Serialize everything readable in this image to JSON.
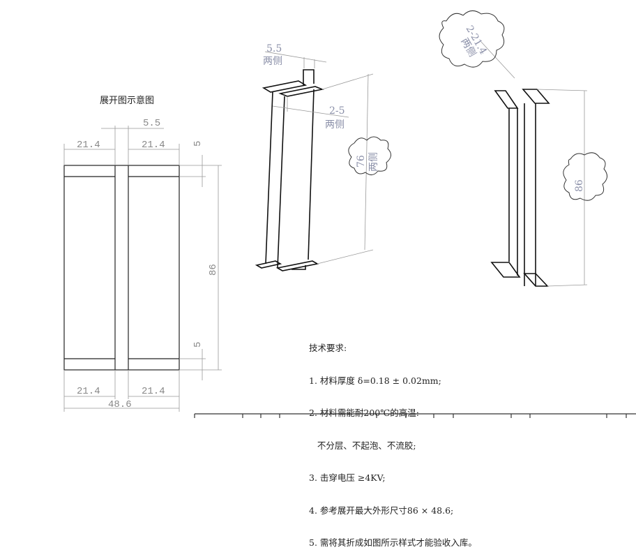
{
  "flat_view": {
    "title": "展开图示意图",
    "dim_gap_top": "5.5",
    "dim_left_top": "21.4",
    "dim_right_top": "21.4",
    "dim_band_top": "5",
    "dim_height": "86",
    "dim_band_bottom": "5",
    "dim_left_bottom": "21.4",
    "dim_right_bottom": "21.4",
    "dim_total_width": "48.6"
  },
  "iso_view_1": {
    "dim_tab": "5.5",
    "dim_tab_note": "两侧",
    "dim_offset": "2-5",
    "dim_offset_note": "两侧",
    "dim_height": "76",
    "dim_height_note": "两侧"
  },
  "iso_view_2": {
    "dim_width": "2-21.4",
    "dim_width_note": "两侧",
    "dim_height": "86"
  },
  "notes": {
    "heading": "技术要求:",
    "items": [
      "1. 材料厚度 δ=0.18 ± 0.02mm;",
      "2. 材料需能耐200℃的高温:",
      "   不分层、不起泡、不流胶;",
      "3. 击穿电压 ≥4KV;",
      "4. 参考展开最大外形尺寸86 × 48.6;",
      "5. 需将其折成如图所示样式才能验收入库。"
    ]
  }
}
